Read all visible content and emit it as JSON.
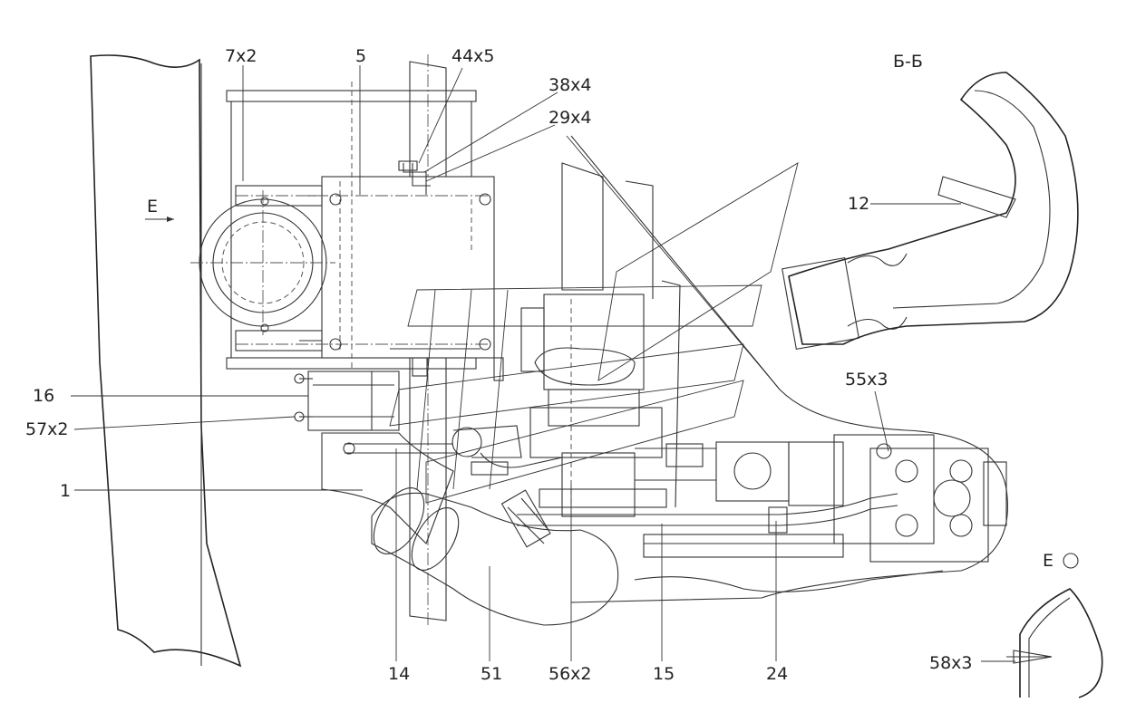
{
  "section_label": "Б-Б",
  "view_label": "Е",
  "view_arrow_label": "Е",
  "callouts": [
    {
      "id": "c7",
      "text": "7x2"
    },
    {
      "id": "c5",
      "text": "5"
    },
    {
      "id": "c44",
      "text": "44x5"
    },
    {
      "id": "c38",
      "text": "38x4"
    },
    {
      "id": "c29",
      "text": "29x4"
    },
    {
      "id": "c16",
      "text": "16"
    },
    {
      "id": "c57",
      "text": "57x2"
    },
    {
      "id": "c1",
      "text": "1"
    },
    {
      "id": "c14",
      "text": "14"
    },
    {
      "id": "c51",
      "text": "51"
    },
    {
      "id": "c56",
      "text": "56x2"
    },
    {
      "id": "c15",
      "text": "15"
    },
    {
      "id": "c24",
      "text": "24"
    },
    {
      "id": "c55",
      "text": "55x3"
    },
    {
      "id": "c12",
      "text": "12"
    },
    {
      "id": "c58",
      "text": "58x3"
    }
  ]
}
